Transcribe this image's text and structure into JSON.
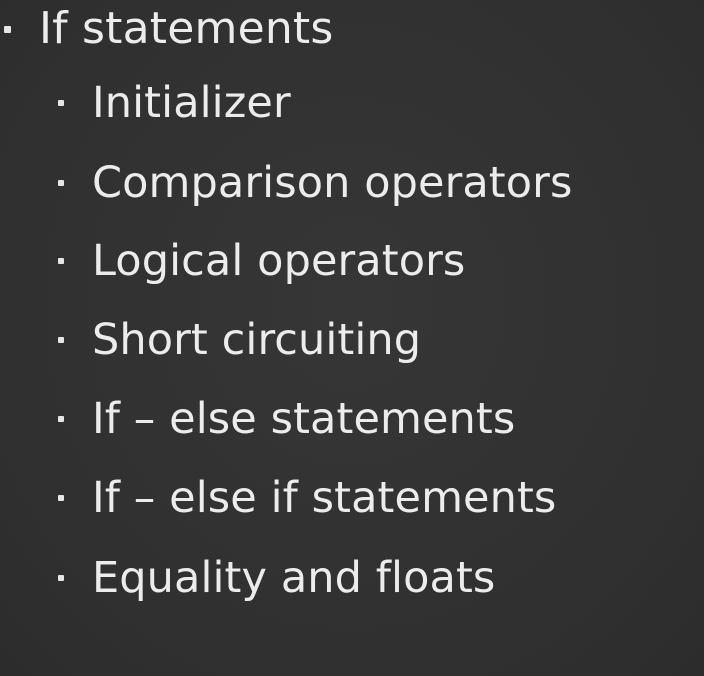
{
  "slide": {
    "heading": "If statements",
    "items": [
      "Initializer",
      "Comparison operators",
      "Logical operators",
      "Short circuiting",
      "If – else statements",
      "If – else if statements",
      "Equality and floats"
    ]
  }
}
